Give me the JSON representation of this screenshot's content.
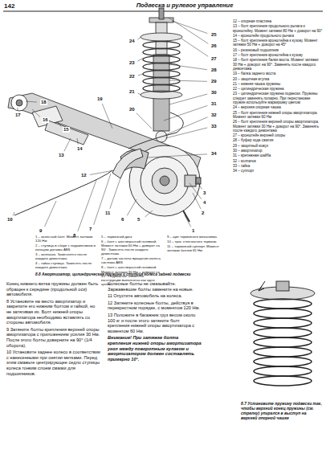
{
  "diagram": {
    "title": "Подвеска и рулевое управление",
    "caption": "8.8 Амортизатор, цилиндрическая пружина и ступица колеса задней подвески",
    "labels": [
      "142",
      "1",
      "2",
      "3",
      "4",
      "5",
      "6",
      "7",
      "8",
      "9",
      "10",
      "11",
      "12",
      "13",
      "14",
      "15",
      "16",
      "17",
      "18",
      "19",
      "20",
      "21",
      "22",
      "23",
      "24",
      "25",
      "26",
      "27",
      "28",
      "29",
      "30",
      "31",
      "32",
      "33",
      "34",
      "1 – колесный болт. Момент затяжки 120 Нм",
      "2 – ступица в сборе с подшипником и кольцом датчика ABS",
      "3 – колпачок. Заменяется после каждого демонтажа",
      "4 – гайка ступицы. Заменять после каждого демонтажа",
      "5 – тормозной диск",
      "6 – болт с шестигранной головкой. Момент затяжки 60 Нм + доворот на 90°. Заменять после каждого демонтажа",
      "7 – датчик частоты вращения колеса системы ABS",
      "8 – болт с шестигранной головкой. Момент затяжки 30 Нм + доворот на 45°. Подвижные элементы конструкции выполнены как одно целое",
      "9 – щит тормозного механизма",
      "10 – трос стояночного тормоза",
      "11 – тормозной суппорт. Момент затяжки болтов 65 Нм",
      "12 – опорная пластина",
      "13 – болт крепления продольного рычага к кронштейну. Момент затяжки 80 Нм + доворот на 90°",
      "14 – кронштейн продольного рычага",
      "15 – болт крепления кронштейна к кузову. Момент затяжки 50 Нм + доворот на 45°",
      "16 – резиновый подшипник",
      "17 – болт крепления кронштейна к кузову",
      "18 – болт крепления балки моста. Момент затяжки 30 Нм + доворот на 90°. Заменять после каждого демонтажа",
      "19 – балка заднего моста",
      "20 – защитная втулка",
      "21 – нижняя чашка пружины",
      "22 – цилиндрическая пружина",
      "23 – цилиндрическая пружина подвески. Пружины следует заменять попарно. При перестановке пружин используйте маркировку цветом",
      "24 – верхняя опорная чашка",
      "25 – болт крепления нижней опоры амортизатора. Момент затяжки 60 Нм",
      "26 – болт крепления верхней опоры амортизатора. Момент затяжки 30 Нм + доворот на 90°. Заменять после каждого демонтажа",
      "27 – кронштейн верхней опоры",
      "28 – буфер хода сжатия",
      "29 – защитный кожух",
      "30 – амортизатор",
      "31 – крепежная шайба",
      "32 – колпачок",
      "33 – гайка",
      "34 – суппорт",
      "Конец нижнего витка пружины должен быть обращен к середине (продольной оси) автомобиля.",
      "8 Установите на место амортизатор и закрепите его нижним болтом и гайкой, но не затягивая их. Болт нижней опоры амортизатора необходимо вставлять со стороны автомобиля.",
      "9 Затяните болты крепления верхней опоры амортизатора с приложением усилия 30 Нм. После этого болты доверните на 90° (1/4 оборота).",
      "10 Установите заднее колесо в соответствии с нанесенными при снятии метками. Перед этим смажьте центрирующее седло ступицы колеса тонким слоем смазки для подшипников.",
      "Колесные болты не смазывайте. Заржавевшие болты замените на новые.",
      "11 Опустите автомобиль на колеса.",
      "12 Затяните колесные болты, действуя в перекрестном порядке, с моментом 120 Нм.",
      "13 Положите в багажник груз весом около 100 кг и после этого затяните болт крепления нижней опоры амортизатора с моментом 60 Нм.",
      "Внимание! При затяжке болта крепления нижней опоры амортизатора угол между поворотным кулаком и амортизатором должен составлять примерно 10°.",
      "8.7 Установите пружину подвески так, чтобы верхний конец пружины (см. стрелку) упирался в выступ на верхней опорной чашке"
    ]
  }
}
